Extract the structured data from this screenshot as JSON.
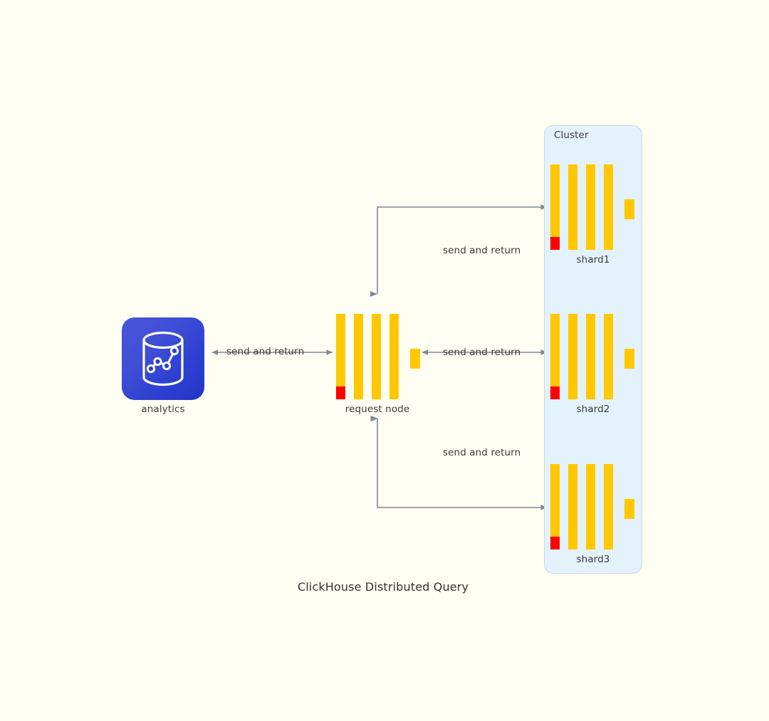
{
  "background_color": "#fffef2",
  "caption": "ClickHouse Distributed Query",
  "colors": {
    "bar_yellow": "#ffc800",
    "bar_red": "#ff0000",
    "cluster_fill": "#e3f2fb",
    "cluster_border": "#c9dae4",
    "edge_stroke": "#7e8a94",
    "text": "#3b3b3b",
    "icon_gradient_from": "#4a55d8",
    "icon_gradient_to": "#2336c9"
  },
  "cluster": {
    "title": "Cluster",
    "shards": [
      {
        "label": "shard1"
      },
      {
        "label": "shard2"
      },
      {
        "label": "shard3"
      }
    ]
  },
  "client": {
    "label": "analytics",
    "icon": "analytics-database-icon"
  },
  "request_node": {
    "label": "request node"
  },
  "edges": [
    {
      "id": "client-to-request",
      "label": "send and return",
      "direction": "bidirectional"
    },
    {
      "id": "request-to-shard1",
      "label": "send and return",
      "direction": "bidirectional"
    },
    {
      "id": "request-to-shard2",
      "label": "send and return",
      "direction": "bidirectional"
    },
    {
      "id": "request-to-shard3",
      "label": "send and return",
      "direction": "bidirectional"
    }
  ]
}
